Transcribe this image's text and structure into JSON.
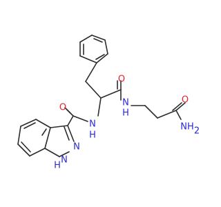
{
  "colors": {
    "bond": "#2b2b2b",
    "oxygen": "#e8212b",
    "nitrogen": "#2929d6",
    "background": "#ffffff"
  },
  "labels": {
    "o_indazole_amide": "O",
    "nh_indazole_amide": "N",
    "h_indazole_amide": "H",
    "o_phe_amide": "O",
    "nh_phe_amide": "N",
    "h_phe_amide": "H",
    "o_terminal_amide": "O",
    "nh2_terminal": "NH",
    "nh2_subscript": "2",
    "n2_indazole": "N",
    "nh_indazole": "N",
    "h_indazole": "H"
  }
}
